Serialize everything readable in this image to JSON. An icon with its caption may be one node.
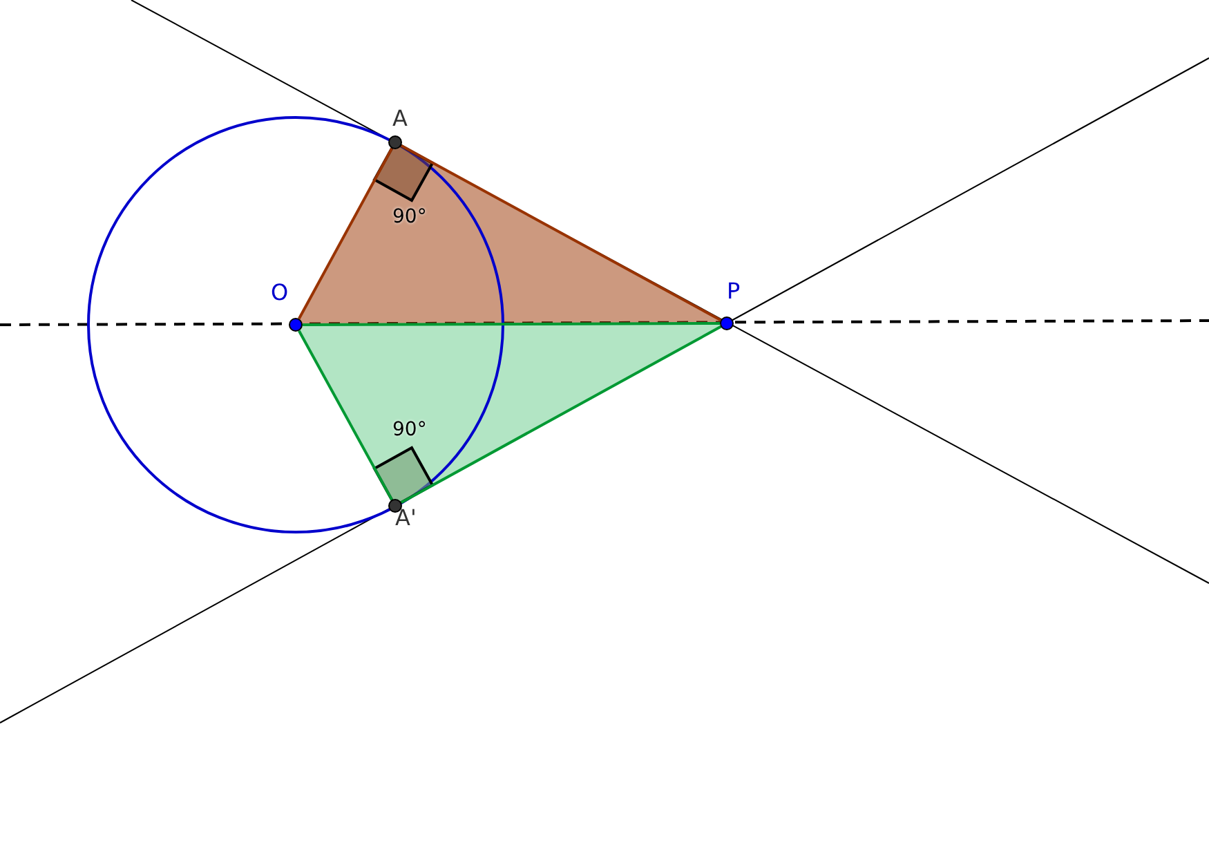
{
  "diagram": {
    "nodes": [
      {
        "text": [
          "A"
        ]
      },
      {
        "text": [
          "O"
        ]
      },
      {
        "text": [
          "P"
        ]
      },
      {
        "text": [
          "A'"
        ]
      }
    ],
    "edges": [
      {
        "from": 1,
        "to": 0,
        "arrow": "none",
        "color": "#993300"
      },
      {
        "from": 0,
        "to": 2,
        "arrow": "none",
        "color": "#993300"
      },
      {
        "from": 1,
        "to": 2,
        "arrow": "none"
      },
      {
        "from": 1,
        "to": 3,
        "arrow": "none"
      },
      {
        "from": 3,
        "to": 2,
        "arrow": "none"
      }
    ],
    "labels": [
      "90°",
      "90°"
    ]
  }
}
